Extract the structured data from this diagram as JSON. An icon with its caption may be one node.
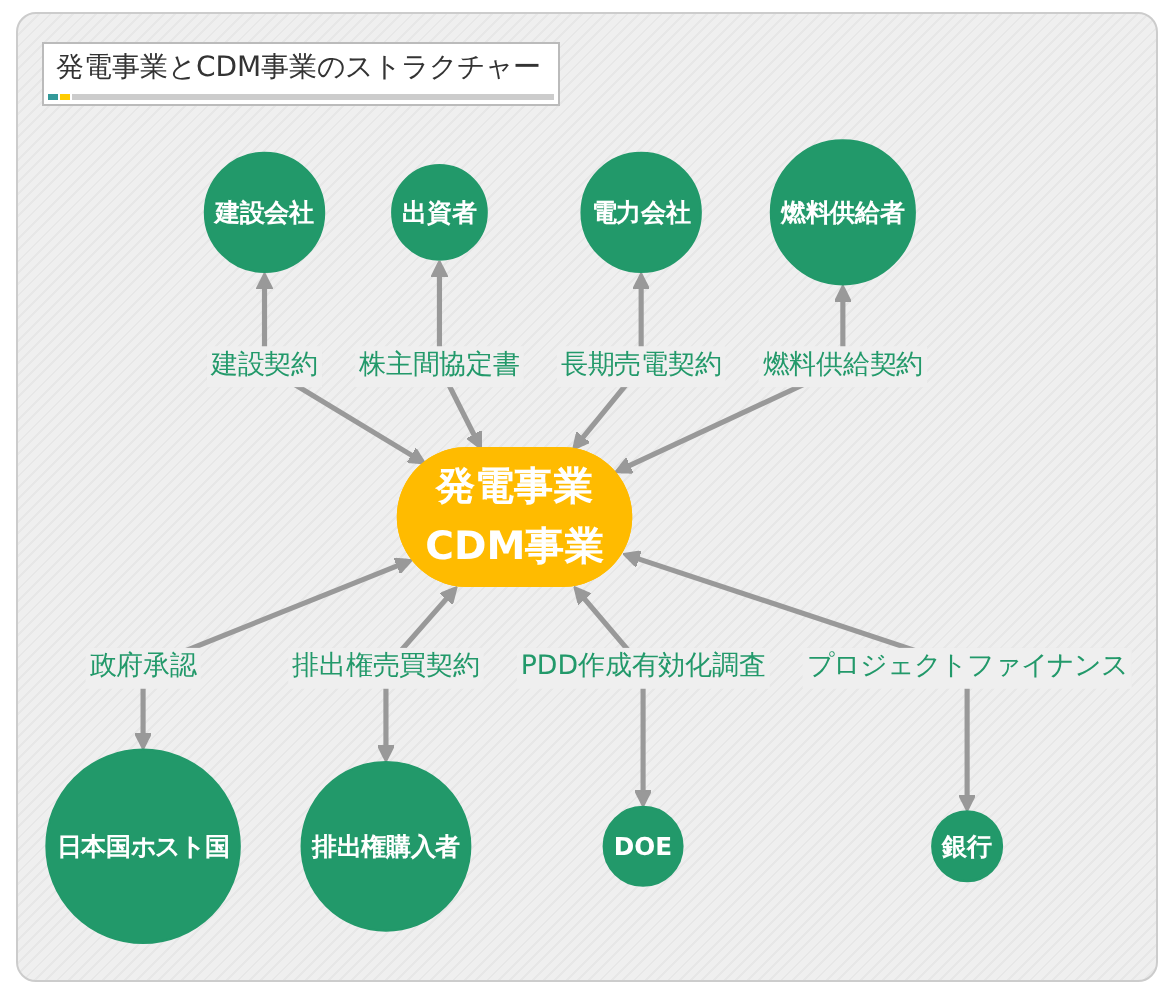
{
  "diagram": {
    "title": "発電事業とCDM事業のストラクチャー",
    "nodes": [
      {
        "text": [
          "電力会社"
        ]
      },
      {
        "text": [
          "出資者"
        ]
      },
      {
        "text": [
          "燃料供給者"
        ]
      },
      {
        "text": [
          "建設会社"
        ]
      },
      {
        "text": [
          "発電事業",
          "CDM事業"
        ]
      },
      {
        "text": [
          "銀行"
        ]
      },
      {
        "text": [
          "日本国ホスト国"
        ]
      },
      {
        "text": [
          "DOE"
        ]
      },
      {
        "text": [
          "排出権購入者"
        ]
      }
    ],
    "edges": [
      {
        "from": 3,
        "to": 4,
        "arrow": "both",
        "label": "建設契約"
      },
      {
        "from": 1,
        "to": 4,
        "arrow": "both",
        "label": "株主間協定書"
      },
      {
        "from": 0,
        "to": 4,
        "arrow": "both",
        "label": "長期売電契約"
      },
      {
        "from": 2,
        "to": 4,
        "arrow": "both",
        "label": "燃料供給契約"
      },
      {
        "from": 4,
        "to": 6,
        "arrow": "both",
        "label": "政府承認"
      },
      {
        "from": 4,
        "to": 8,
        "arrow": "both",
        "label": "排出権売買契約"
      },
      {
        "from": 4,
        "to": 7,
        "arrow": "both",
        "label": "PDD作成有効化調査"
      },
      {
        "from": 4,
        "to": 5,
        "arrow": "both",
        "label": "プロジェクトファイナンス"
      }
    ]
  }
}
